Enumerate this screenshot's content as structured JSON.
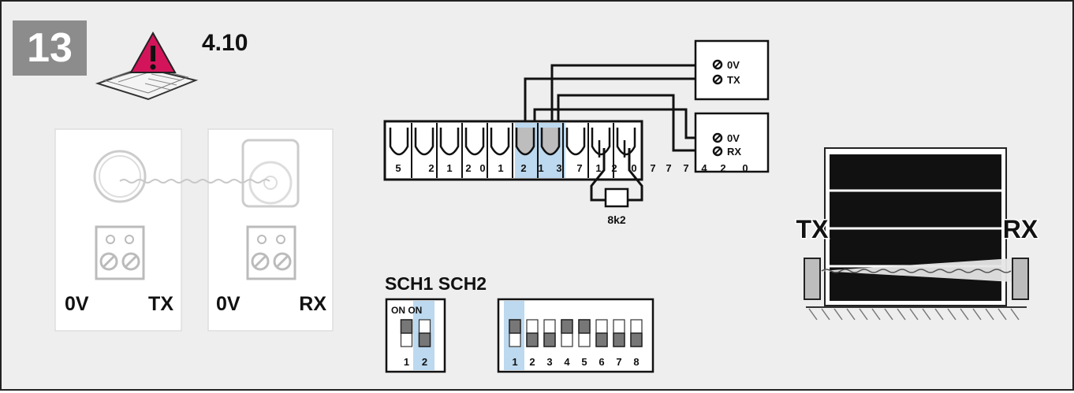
{
  "step_badge": "13",
  "manual_ref": "4.10",
  "photocell_panels": {
    "tx": {
      "left_terminal": "0V",
      "right_terminal": "TX"
    },
    "rx": {
      "left_terminal": "0V",
      "right_terminal": "RX"
    }
  },
  "terminal_block": {
    "labels": [
      "5",
      "2",
      "1",
      "2",
      "0",
      "1",
      "2",
      "1",
      "3",
      "7",
      "1",
      "2",
      "0",
      "7",
      "7",
      "7",
      "4",
      "2",
      "0"
    ]
  },
  "resistor_label": "8k2",
  "tx_device": {
    "terminal_1": "0V",
    "terminal_2": "TX"
  },
  "rx_device": {
    "terminal_1": "0V",
    "terminal_2": "RX"
  },
  "gate": {
    "tx_label": "TX",
    "rx_label": "RX"
  },
  "dip_switches": {
    "title": "SCH1 SCH2",
    "on_label": "ON",
    "sch1": {
      "numbers": [
        "1",
        "2"
      ],
      "on_states": [
        true,
        false
      ],
      "highlight": [
        2
      ]
    },
    "sch2": {
      "numbers": [
        "1",
        "2",
        "3",
        "4",
        "5",
        "6",
        "7",
        "8"
      ],
      "on_states": [
        true,
        false,
        false,
        true,
        true,
        false,
        false,
        false
      ],
      "highlight": [
        1
      ]
    }
  },
  "colors": {
    "highlight_blue": "#bcd9ef",
    "warning_magenta": "#d4145a",
    "badge_gray": "#8c8c8c"
  }
}
